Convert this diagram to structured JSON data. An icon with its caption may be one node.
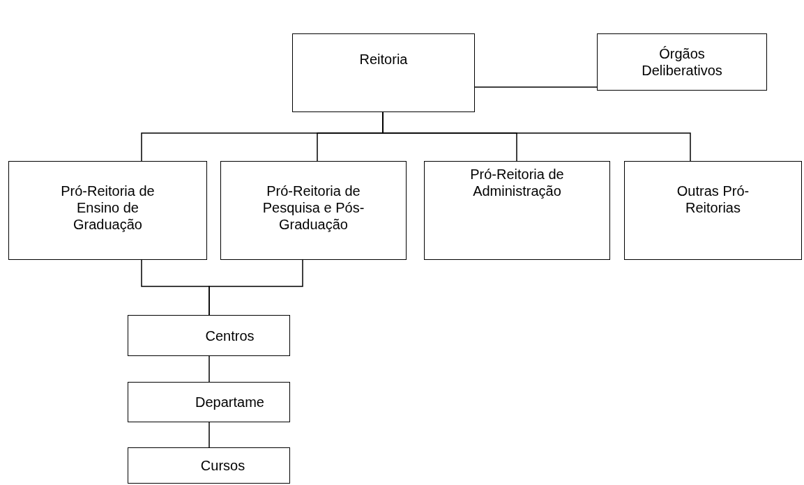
{
  "diagram": {
    "nodes": [
      {
        "text": [
          "Reitoria"
        ]
      },
      {
        "text": [
          "Órgãos Deliberativos"
        ]
      },
      {
        "text": [
          "Pró-Reitoria de Ensino de Graduação"
        ]
      },
      {
        "text": [
          "Pró-Reitoria de Pesquisa e Pós-Graduação"
        ]
      },
      {
        "text": [
          "Pró-Reitoria de Administração"
        ]
      },
      {
        "text": [
          "Outras Pró-Reitorias"
        ]
      },
      {
        "text": [
          "Centros"
        ]
      },
      {
        "text": [
          "Departame"
        ]
      },
      {
        "text": [
          "Cursos"
        ]
      }
    ],
    "edges": [
      {
        "from": 0,
        "to": 1,
        "arrow": "none"
      },
      {
        "from": 0,
        "to": 2,
        "arrow": "none"
      },
      {
        "from": 0,
        "to": 3,
        "arrow": "none"
      },
      {
        "from": 0,
        "to": 4,
        "arrow": "none"
      },
      {
        "from": 0,
        "to": 5,
        "arrow": "none"
      },
      {
        "from": 2,
        "to": 6,
        "arrow": "none"
      },
      {
        "from": 3,
        "to": 6,
        "arrow": "none"
      },
      {
        "from": 6,
        "to": 7,
        "arrow": "none"
      },
      {
        "from": 7,
        "to": 8,
        "arrow": "none"
      }
    ]
  }
}
